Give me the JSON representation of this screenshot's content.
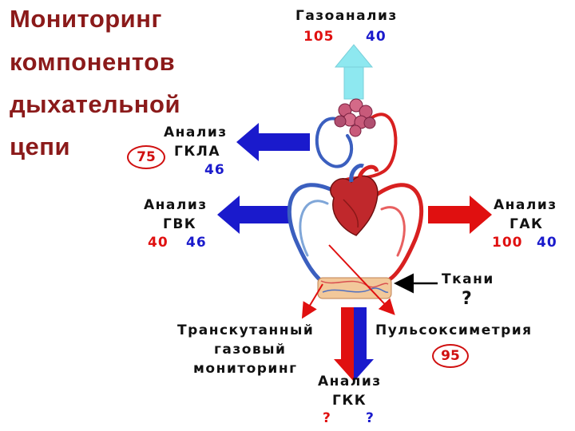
{
  "title": {
    "line1": "Мониторинг",
    "line2": "компонентов",
    "line3": "дыхательной",
    "line4": "цепи"
  },
  "gasanalysis": {
    "label": "Газоанализ",
    "value_red": "105",
    "value_blue": "40"
  },
  "gkla": {
    "label_line1": "Анализ",
    "label_line2": "ГКЛА",
    "value_red": "75",
    "value_blue": "46"
  },
  "gvk": {
    "label_line1": "Анализ",
    "label_line2": "ГВК",
    "value_red": "40",
    "value_blue": "46"
  },
  "gak": {
    "label_line1": "Анализ",
    "label_line2": "ГАК",
    "value_red": "100",
    "value_blue": "40"
  },
  "tissues": {
    "label": "Ткани",
    "value": "?"
  },
  "transcutaneous": {
    "line1": "Транскутанный",
    "line2": "газовый",
    "line3": "мониторинг"
  },
  "pulseox": {
    "label": "Пульсоксиметрия",
    "value": "95"
  },
  "gkk": {
    "label_line1": "Анализ",
    "label_line2": "ГКК",
    "value_red": "?",
    "value_blue": "?"
  },
  "colors": {
    "title": "#8b1a1a",
    "arterial": "#e01010",
    "venous": "#1a1acc",
    "gas_arrow": "#8ee8f0"
  }
}
